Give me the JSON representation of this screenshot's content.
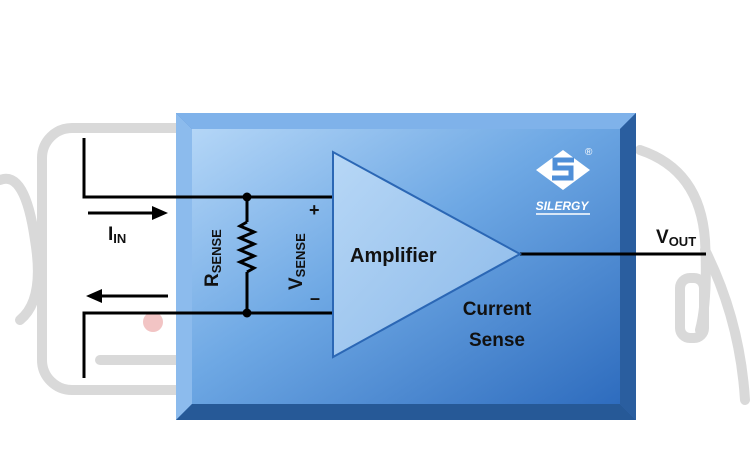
{
  "diagram": {
    "labels": {
      "current_in": {
        "main": "I",
        "sub": "IN"
      },
      "resistor": {
        "main": "R",
        "sub": "SENSE"
      },
      "voltage": {
        "main": "V",
        "sub": "SENSE"
      },
      "plus": "+",
      "minus": "–",
      "amplifier": "Amplifier",
      "module_title_line1": "Current",
      "module_title_line2": "Sense",
      "output": {
        "main": "V",
        "sub": "OUT"
      }
    },
    "logo": {
      "wordmark": "SILERGY",
      "registered": "®",
      "icon": "silergy-s-logo-icon"
    },
    "colors": {
      "module_light": "#a9cdf3",
      "module_mid": "#5f9ddf",
      "module_dark": "#2f6fc2",
      "amplifier_fill": "#9ec6ef",
      "amplifier_stroke": "#2b67b5",
      "wire": "#000000",
      "background_art": "#d2d2d2"
    }
  }
}
